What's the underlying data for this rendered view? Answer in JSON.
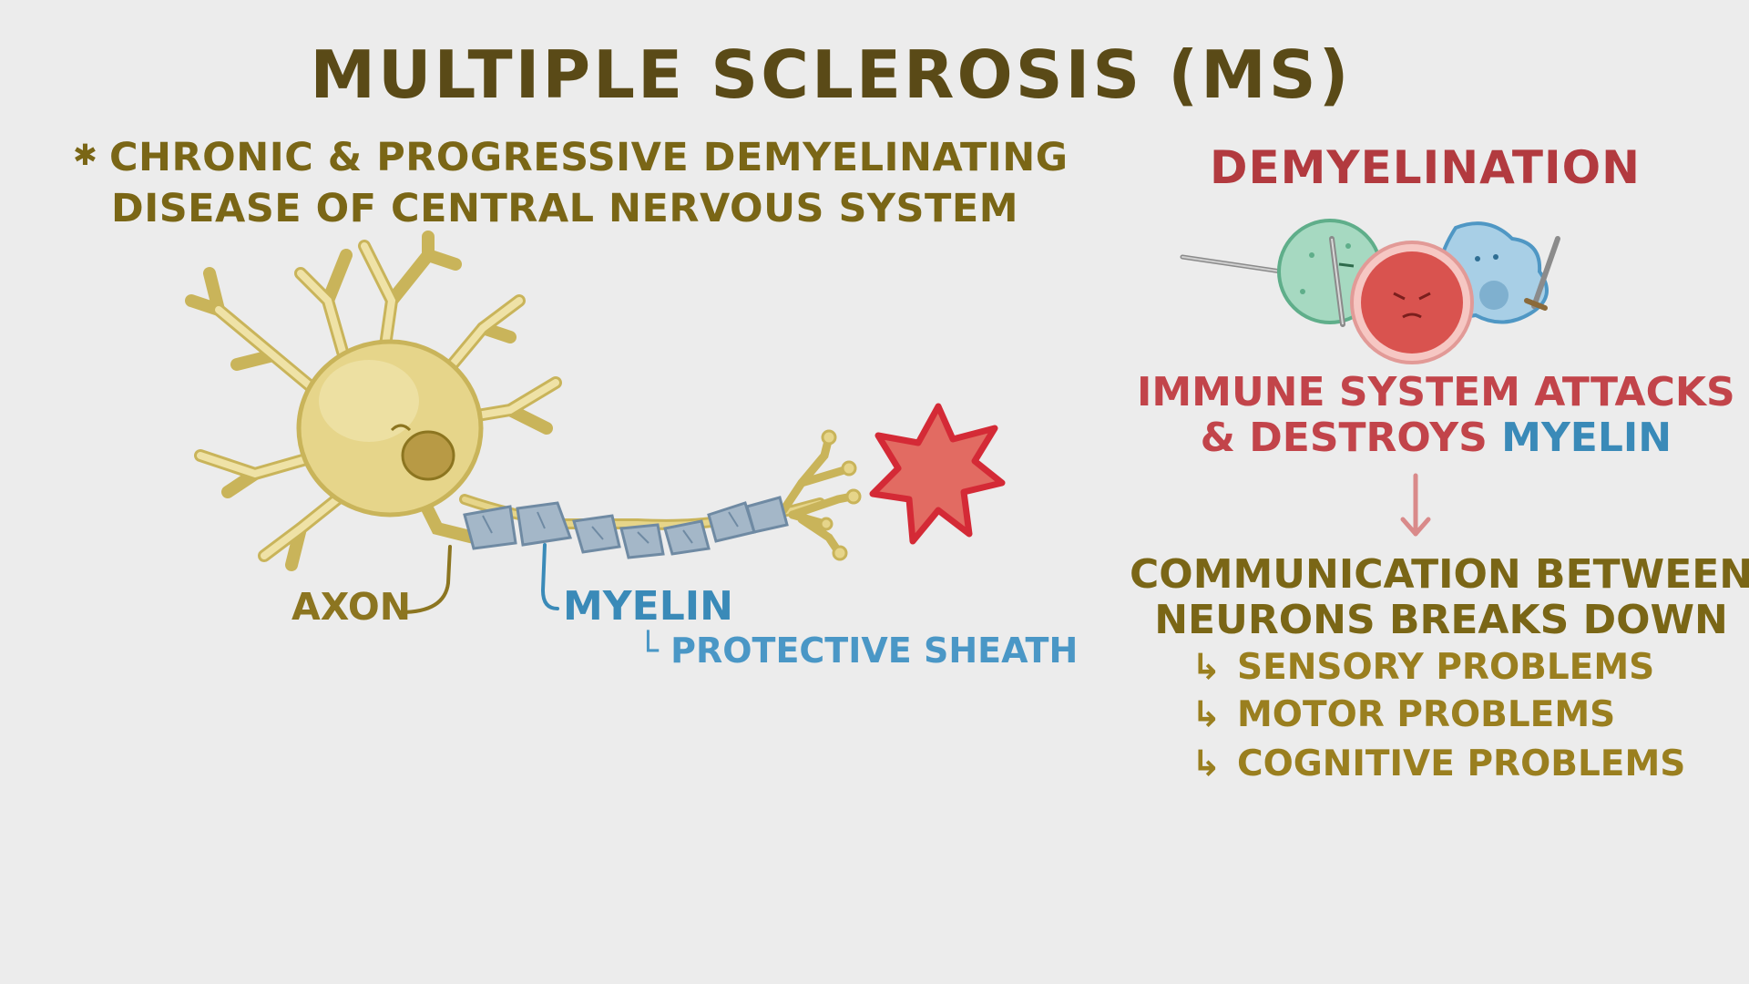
{
  "title": "MULTIPLE SCLEROSIS (MS)",
  "definition": {
    "bullet_symbol": "✱",
    "line1": "CHRONIC & PROGRESSIVE DEMYELINATING",
    "line2": "DISEASE of CENTRAL NERVOUS SYSTEM"
  },
  "neuron_labels": {
    "axon": "AXON",
    "myelin": "MYELIN",
    "sheath_arrow": "└",
    "sheath": "PROTECTIVE SHEATH"
  },
  "demyelination": {
    "heading": "DEMYELINATION",
    "attack_line1": "IMMUNE SYSTEM ATTACKS",
    "attack_line2_prefix": "& DESTROYS",
    "attack_line2_highlight": "MYELIN",
    "result_line1": "COMMUNICATION BETWEEN",
    "result_line2": "NEURONS BREAKS DOWN",
    "problem_arrow": "↳",
    "problems": [
      "SENSORY PROBLEMS",
      "MOTOR PROBLEMS",
      "COGNITIVE PROBLEMS"
    ]
  },
  "colors": {
    "background": "#ececec",
    "title": "#5a4a17",
    "neuron": "#e6d58a",
    "myelin": "#8fa7bd",
    "demyelination_red": "#b23a3f",
    "myelin_blue": "#3a8ab8",
    "ochre_text": "#7a6616",
    "burst_fill": "#e26b62",
    "burst_outline": "#d42a36"
  },
  "icons": [
    "neuron-illustration",
    "damaged-myelin-sheath",
    "star-burst-icon",
    "immune-cells-with-swords",
    "down-arrow-icon"
  ]
}
